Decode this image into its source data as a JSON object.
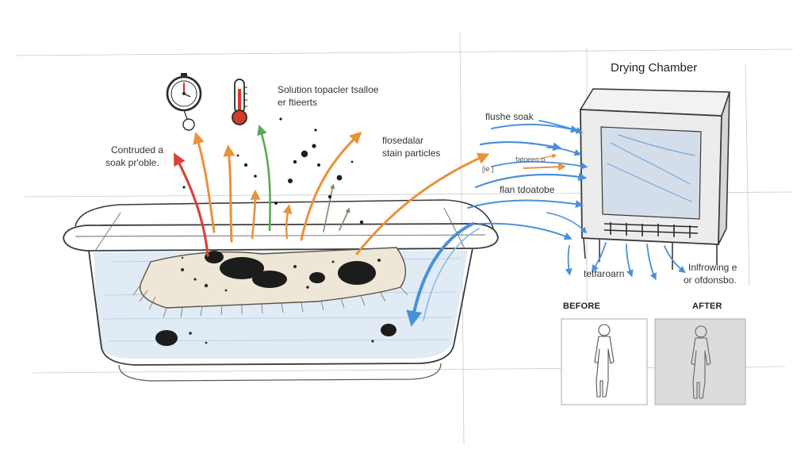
{
  "labels": {
    "drying_chamber": "Drying Chamber",
    "solution_note_line1": "Solution topacler tsalloe",
    "solution_note_line2": "er ftieerts",
    "contrast_note_line1": "Contruded a",
    "contrast_note_line2": "soak pr'oble.",
    "stain_note_line1": "flosedalar",
    "stain_note_line2": "stain particles",
    "flush_soak": "flushe soak",
    "small_mark": "[ie ]",
    "small_note": "fatoeen o",
    "flan_note": "flan tdoatobe",
    "teta_note": "tetfaroarn",
    "inflow_line1": "Inlfrowing e",
    "inflow_line2": "or ofdonsbo.",
    "before": "BEFORE",
    "after": "AFTER"
  },
  "colors": {
    "pencil": "#3a3a3a",
    "red_arrow": "#d8443c",
    "orange_arrow": "#e8923a",
    "green_arrow": "#5aa85a",
    "blue_flow": "#4a90d9",
    "thermometer_red": "#d33a2c",
    "stain": "#1c1c1c",
    "after_panel": "#dcdcdc"
  },
  "icons": {
    "stopwatch": "stopwatch-icon",
    "thermometer": "thermometer-icon"
  }
}
